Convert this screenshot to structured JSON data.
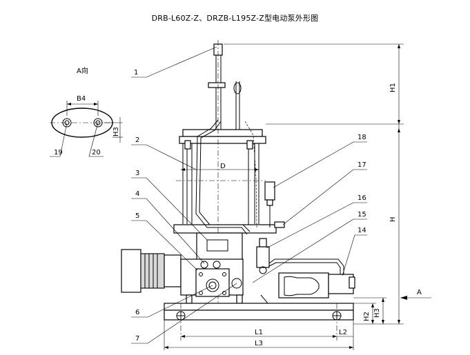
{
  "title": "DRB-L60Z-Z、DRZB-L195Z-Z型电动泵外形图",
  "view_label": "A向",
  "view_arrow_label": "A",
  "dimensions": {
    "b4": "B4",
    "h3_small": "H3",
    "d": "D",
    "h1": "H1",
    "h": "H",
    "h2": "H2",
    "h3": "H3",
    "l1": "L1",
    "l2": "L2",
    "l3": "L3"
  },
  "callouts": [
    "1",
    "2",
    "3",
    "4",
    "5",
    "6",
    "7",
    "14",
    "15",
    "16",
    "17",
    "18",
    "19",
    "20"
  ]
}
